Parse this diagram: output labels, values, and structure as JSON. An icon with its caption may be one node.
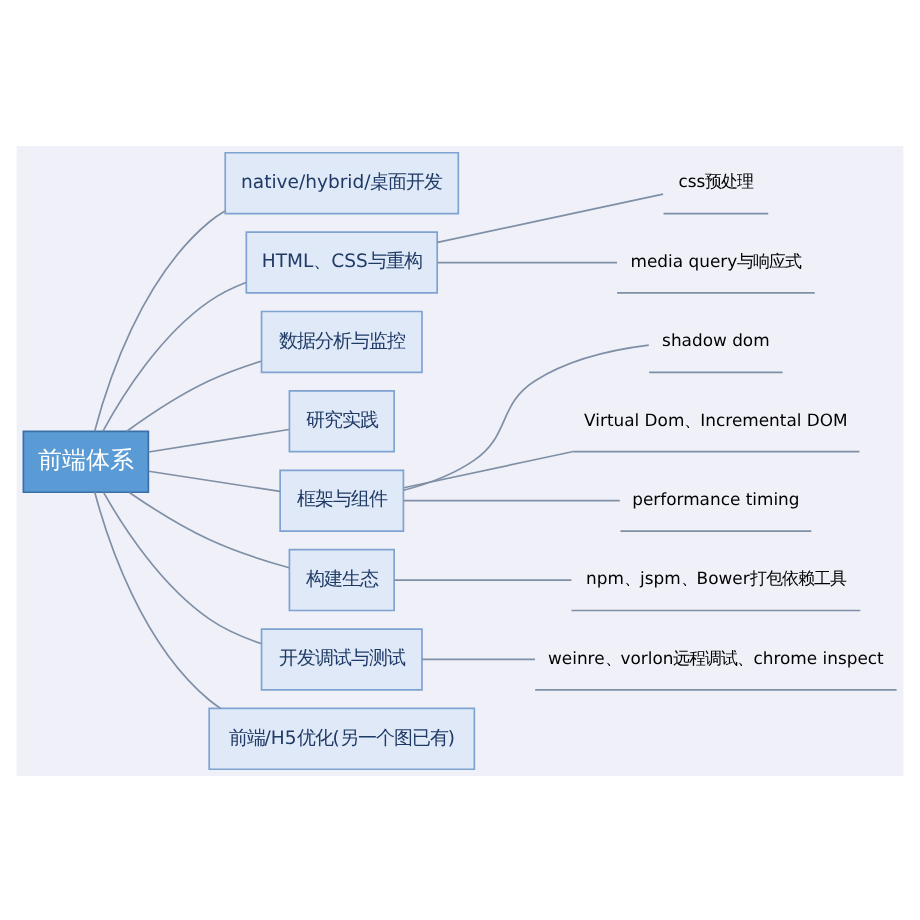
{
  "diagram": {
    "nodes": [
      {
        "text": [
          "前端体系"
        ]
      },
      {
        "text": [
          "native/hybrid/桌面开发"
        ]
      },
      {
        "text": [
          "HTML、CSS与重构"
        ]
      },
      {
        "text": [
          "数据分析与监控"
        ]
      },
      {
        "text": [
          "研究实践"
        ]
      },
      {
        "text": [
          "框架与组件"
        ]
      },
      {
        "text": [
          "构建生态"
        ]
      },
      {
        "text": [
          "开发调试与测试"
        ]
      },
      {
        "text": [
          "前端/H5优化(另一个图已有)"
        ]
      },
      {
        "text": [
          "css预处理"
        ]
      },
      {
        "text": [
          "media query与响应式"
        ]
      },
      {
        "text": [
          "shadow dom"
        ]
      },
      {
        "text": [
          "Virtual Dom、Incremental DOM"
        ]
      },
      {
        "text": [
          "performance timing"
        ]
      },
      {
        "text": [
          "npm、jspm、Bower打包依赖工具"
        ]
      },
      {
        "text": [
          "weinre、vorlon远程调试、chrome inspect"
        ]
      }
    ],
    "edges": [
      {
        "from": 0,
        "to": 1,
        "arrow": "none"
      },
      {
        "from": 0,
        "to": 2,
        "arrow": "none"
      },
      {
        "from": 0,
        "to": 3,
        "arrow": "none"
      },
      {
        "from": 0,
        "to": 4,
        "arrow": "none"
      },
      {
        "from": 0,
        "to": 5,
        "arrow": "none"
      },
      {
        "from": 0,
        "to": 6,
        "arrow": "none"
      },
      {
        "from": 0,
        "to": 7,
        "arrow": "none"
      },
      {
        "from": 0,
        "to": 8,
        "arrow": "none"
      },
      {
        "from": 2,
        "to": 9,
        "arrow": "none"
      },
      {
        "from": 2,
        "to": 10,
        "arrow": "none"
      },
      {
        "from": 5,
        "to": 11,
        "arrow": "none"
      },
      {
        "from": 5,
        "to": 12,
        "arrow": "none"
      },
      {
        "from": 5,
        "to": 13,
        "arrow": "none"
      },
      {
        "from": 6,
        "to": 14,
        "arrow": "none"
      },
      {
        "from": 7,
        "to": 15,
        "arrow": "none"
      }
    ]
  }
}
